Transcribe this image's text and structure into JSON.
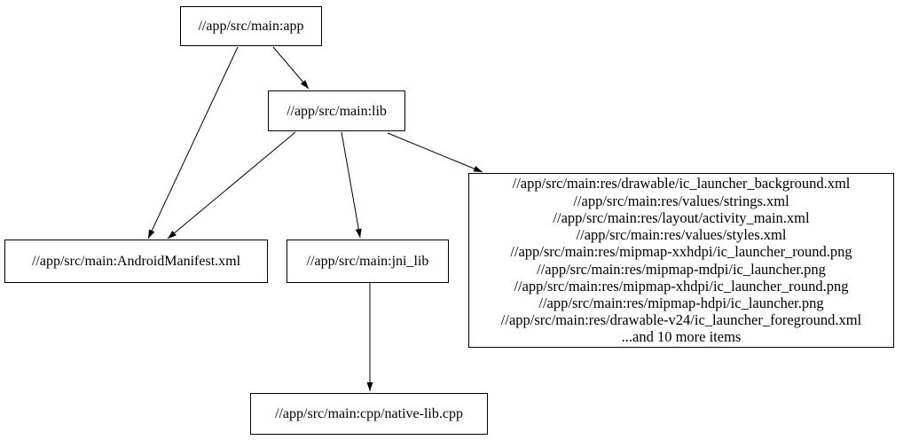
{
  "diagram": {
    "type": "dependency-graph",
    "background_color": "#ffffff",
    "node_border_color": "#000000",
    "edge_color": "#000000",
    "text_color": "#000000",
    "nodes": {
      "app": {
        "label": "//app/src/main:app"
      },
      "lib": {
        "label": "//app/src/main:lib"
      },
      "manifest": {
        "label": "//app/src/main:AndroidManifest.xml"
      },
      "jni_lib": {
        "label": "//app/src/main:jni_lib"
      },
      "native_lib": {
        "label": "//app/src/main:cpp/native-lib.cpp"
      },
      "resources": {
        "lines": [
          "//app/src/main:res/drawable/ic_launcher_background.xml",
          "//app/src/main:res/values/strings.xml",
          "//app/src/main:res/layout/activity_main.xml",
          "//app/src/main:res/values/styles.xml",
          "//app/src/main:res/mipmap-xxhdpi/ic_launcher_round.png",
          "//app/src/main:res/mipmap-mdpi/ic_launcher.png",
          "//app/src/main:res/mipmap-xhdpi/ic_launcher_round.png",
          "//app/src/main:res/mipmap-hdpi/ic_launcher.png",
          "//app/src/main:res/drawable-v24/ic_launcher_foreground.xml",
          "...and 10 more items"
        ]
      }
    },
    "edges": [
      {
        "from": "//app/src/main:app",
        "to": "//app/src/main:lib"
      },
      {
        "from": "//app/src/main:app",
        "to": "//app/src/main:AndroidManifest.xml"
      },
      {
        "from": "//app/src/main:lib",
        "to": "//app/src/main:AndroidManifest.xml"
      },
      {
        "from": "//app/src/main:lib",
        "to": "//app/src/main:jni_lib"
      },
      {
        "from": "//app/src/main:lib",
        "to": "resources-group"
      },
      {
        "from": "//app/src/main:jni_lib",
        "to": "//app/src/main:cpp/native-lib.cpp"
      }
    ]
  }
}
